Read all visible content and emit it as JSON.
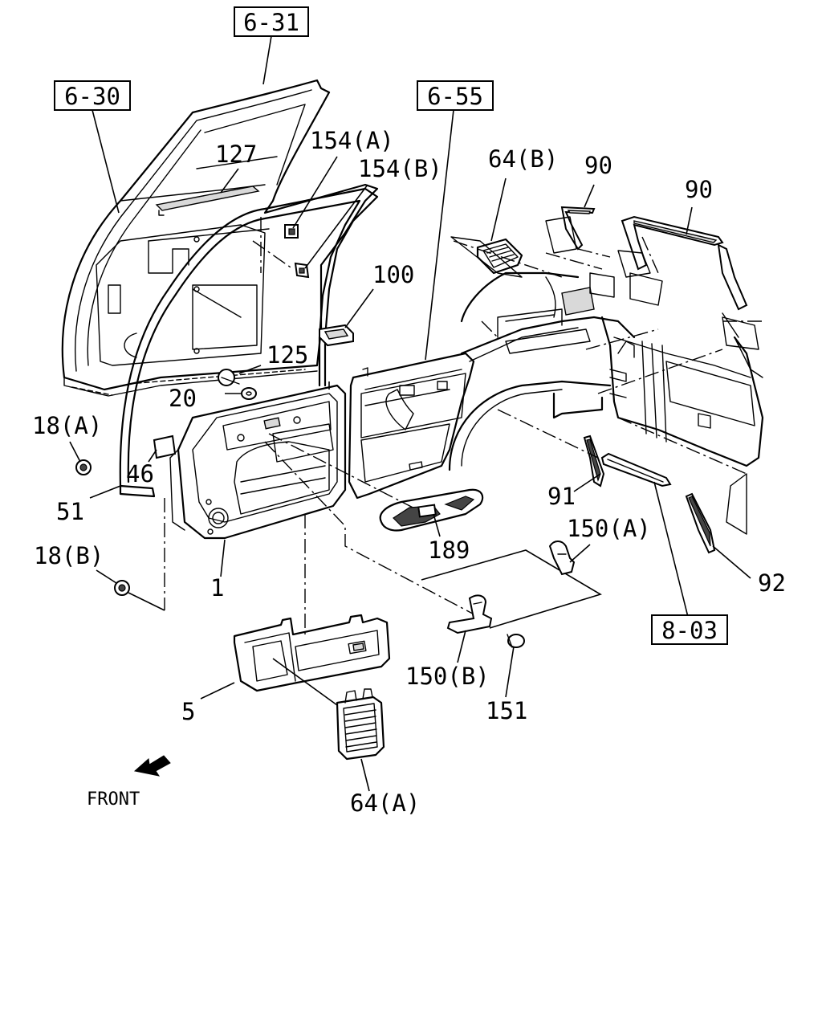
{
  "labels": {
    "ref_6_31": "6-31",
    "ref_6_30": "6-30",
    "ref_6_55": "6-55",
    "ref_8_03": "8-03",
    "p127": "127",
    "p154a": "154(A)",
    "p154b": "154(B)",
    "p100": "100",
    "p125": "125",
    "p20": "20",
    "p18a": "18(A)",
    "p46": "46",
    "p51": "51",
    "p18b": "18(B)",
    "p1": "1",
    "p5": "5",
    "p64a": "64(A)",
    "p64b": "64(B)",
    "p90a": "90",
    "p90b": "90",
    "p91": "91",
    "p92": "92",
    "p150a": "150(A)",
    "p150b": "150(B)",
    "p151": "151",
    "p189": "189",
    "front": "FRONT"
  }
}
